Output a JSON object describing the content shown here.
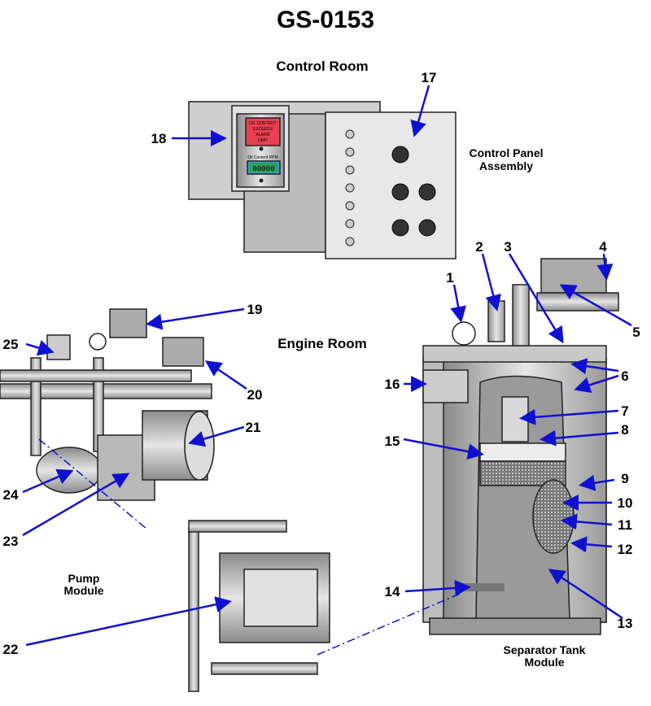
{
  "title": "GS-0153",
  "sections": {
    "control_room": "Control Room",
    "control_panel_line1": "Control Panel",
    "control_panel_line2": "Assembly",
    "engine_room": "Engine Room",
    "pump_module_line1": "Pump",
    "pump_module_line2": "Module",
    "separator_line1": "Separator Tank",
    "separator_line2": "Module"
  },
  "panel": {
    "alarm_line1": "OIL CONTENT",
    "alarm_line2": "EXCEEDS",
    "alarm_line3": "ALARM",
    "alarm_line4": "LIMIT",
    "ppm_label": "Oil Content PPM",
    "ppm_value": "00000"
  },
  "callouts": [
    "1",
    "2",
    "3",
    "4",
    "5",
    "6",
    "7",
    "8",
    "9",
    "10",
    "11",
    "12",
    "13",
    "14",
    "15",
    "16",
    "17",
    "18",
    "19",
    "20",
    "21",
    "22",
    "23",
    "24",
    "25"
  ],
  "colors": {
    "arrow": "#1010d0",
    "alarm": "#e84050",
    "display": "#30a060"
  }
}
